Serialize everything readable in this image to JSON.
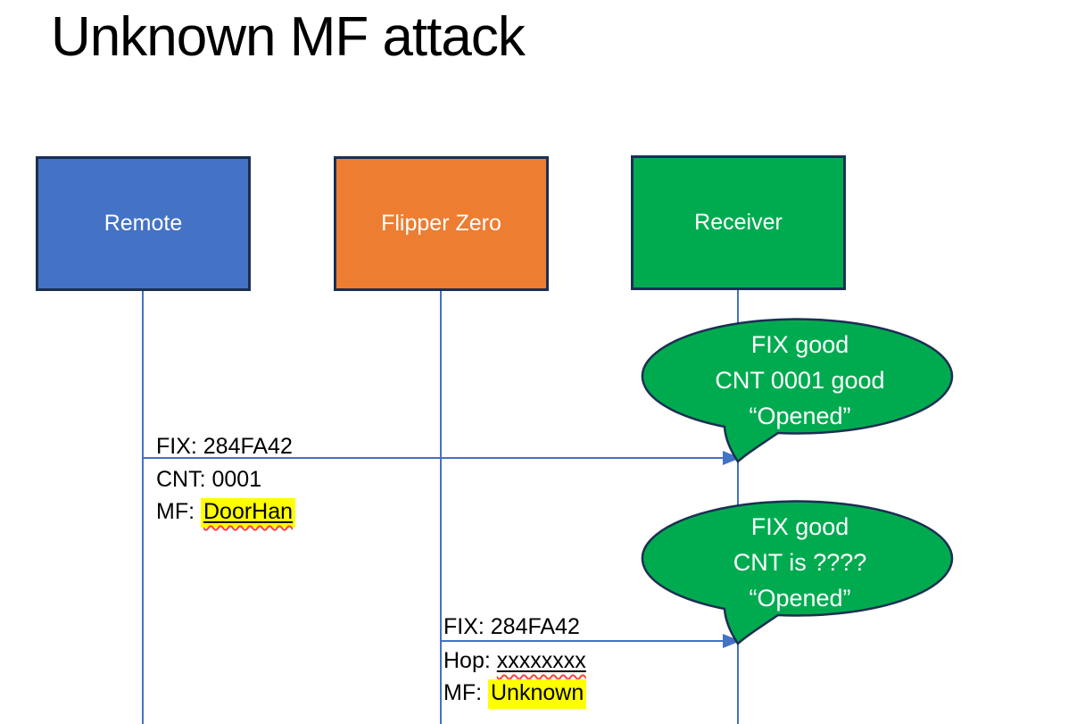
{
  "title": "Unknown MF attack",
  "colors": {
    "remote_fill": "#4472c4",
    "flipper_fill": "#ed7d31",
    "receiver_fill": "#00ab50",
    "bubble_fill": "#00ab50",
    "box_border": "#1c2f52",
    "line_blue": "#4472c4",
    "highlight_yellow": "#ffff00",
    "squiggle_red": "#ff4336",
    "bubble_text": "#ffffff",
    "box_text": "#ffffff"
  },
  "actors": [
    {
      "id": "remote",
      "label": "Remote"
    },
    {
      "id": "flipper",
      "label": "Flipper Zero"
    },
    {
      "id": "receiver",
      "label": "Receiver"
    }
  ],
  "messages": [
    {
      "from": "remote",
      "to": "receiver",
      "lines": [
        {
          "text": "FIX: 284FA42"
        },
        {
          "text": "CNT: 0001"
        },
        {
          "prefix": "MF: ",
          "value": "DoorHan",
          "highlight": true,
          "underline": true,
          "squiggle": true
        }
      ]
    },
    {
      "from": "flipper",
      "to": "receiver",
      "lines": [
        {
          "text": "FIX: 284FA42"
        },
        {
          "prefix": "Hop: ",
          "value": "xxxxxxxx",
          "underline": true,
          "squiggle": true
        },
        {
          "prefix": "MF: ",
          "value": "Unknown",
          "highlight": true
        }
      ]
    }
  ],
  "callouts": [
    {
      "lines": [
        "FIX good",
        "CNT 0001 good",
        "“Opened”"
      ]
    },
    {
      "lines": [
        "FIX good",
        "CNT is ????",
        "“Opened”"
      ]
    }
  ]
}
